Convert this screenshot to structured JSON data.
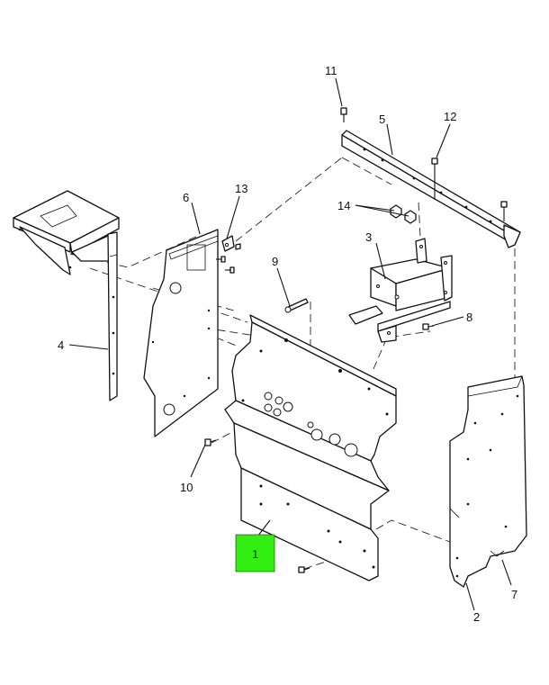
{
  "callouts": [
    {
      "id": "c1",
      "label": "1"
    },
    {
      "id": "c2",
      "label": "2"
    },
    {
      "id": "c3",
      "label": "3"
    },
    {
      "id": "c4",
      "label": "4"
    },
    {
      "id": "c5",
      "label": "5"
    },
    {
      "id": "c6",
      "label": "6"
    },
    {
      "id": "c7",
      "label": "7"
    },
    {
      "id": "c8",
      "label": "8"
    },
    {
      "id": "c9",
      "label": "9"
    },
    {
      "id": "c10",
      "label": "10"
    },
    {
      "id": "c11",
      "label": "11"
    },
    {
      "id": "c12",
      "label": "12"
    },
    {
      "id": "c13",
      "label": "13"
    },
    {
      "id": "c14",
      "label": "14"
    }
  ],
  "highlight": {
    "callout": "1",
    "color": "#33ee11"
  }
}
